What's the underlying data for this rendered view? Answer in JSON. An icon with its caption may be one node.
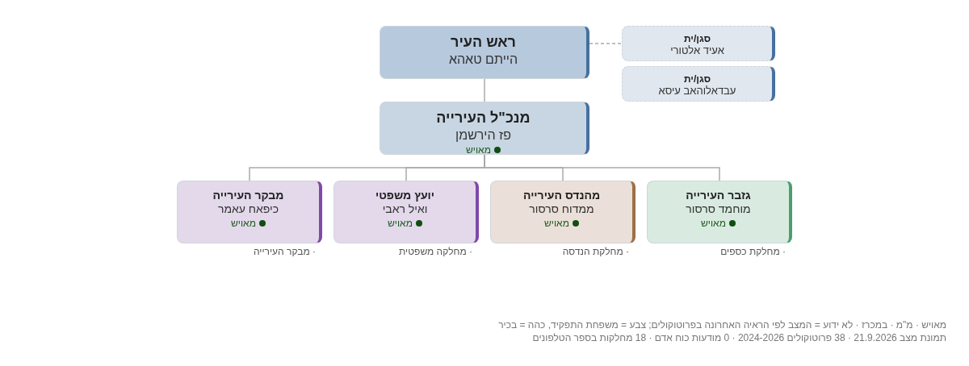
{
  "diagram": {
    "nodes": [
      {
        "text": [
          "ראש העיר",
          "הייתם טאהא"
        ]
      },
      {
        "text": [
          "סגן/ית",
          "אעיד אלטורי"
        ]
      },
      {
        "text": [
          "סגן/ית",
          "עבדאלוהאב עיסא"
        ]
      },
      {
        "text": [
          "מנכ\"ל העירייה",
          "פז הירשמן",
          "מאויש"
        ]
      },
      {
        "text": [
          "גזבר העירייה",
          "מוחמד סרסור",
          "מאויש"
        ],
        "beside": [
          "· מחלקת כספים"
        ]
      },
      {
        "text": [
          "מהנדס העירייה",
          "ממדוח סרסור",
          "מאויש"
        ],
        "beside": [
          "· מחלקת הנדסה"
        ]
      },
      {
        "text": [
          "יועץ משפטי",
          "ואיל ראבי",
          "מאויש"
        ],
        "beside": [
          "· מחלקה משפטית"
        ]
      },
      {
        "text": [
          "מבקר העירייה",
          "כיפאח עאמר",
          "מאויש"
        ],
        "beside": [
          "· מבקר העירייה"
        ]
      }
    ],
    "edges": [
      {
        "from": 0,
        "to": 1,
        "arrow": "none",
        "style": "dashed"
      },
      {
        "from": 0,
        "to": 3,
        "arrow": "none"
      },
      {
        "from": 3,
        "to": 4,
        "arrow": "none"
      },
      {
        "from": 3,
        "to": 5,
        "arrow": "none"
      },
      {
        "from": 3,
        "to": 6,
        "arrow": "none"
      },
      {
        "from": 3,
        "to": 7,
        "arrow": "none"
      }
    ],
    "labels": [
      "מאויש · מ\"מ · במכרז · לא ידוע = המצב לפי הראיה האחרונה בפרוטוקולים; צבע = משפחת התפקיד, כהה = בכיר",
      "תמונת מצב 21.9.2026 · 38 פרוטוקולים 2024-2026 · 0 מודעות כוח אדם · 18 מחלקות בספר הטלפונים"
    ]
  }
}
